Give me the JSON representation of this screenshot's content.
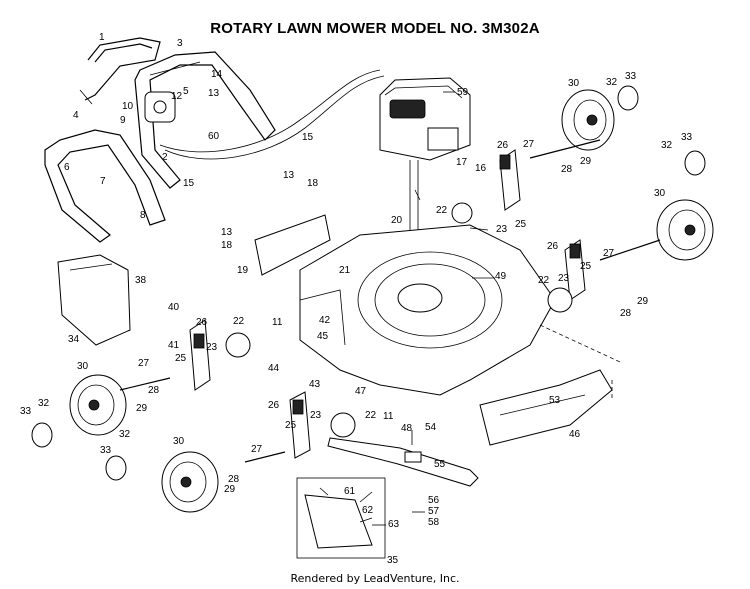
{
  "title": "ROTARY LAWN MOWER MODEL NO.  3M302A",
  "footer": "Rendered by LeadVenture, Inc.",
  "callouts": [
    "1",
    "2",
    "3",
    "4",
    "5",
    "6",
    "7",
    "8",
    "9",
    "10",
    "11",
    "12",
    "13",
    "14",
    "15",
    "16",
    "17",
    "18",
    "19",
    "20",
    "21",
    "22",
    "23",
    "25",
    "26",
    "27",
    "28",
    "29",
    "30",
    "32",
    "33",
    "34",
    "35",
    "38",
    "40",
    "41",
    "42",
    "43",
    "44",
    "45",
    "46",
    "47",
    "48",
    "49",
    "53",
    "54",
    "55",
    "56",
    "57",
    "58",
    "59",
    "60",
    "61",
    "62",
    "63"
  ]
}
